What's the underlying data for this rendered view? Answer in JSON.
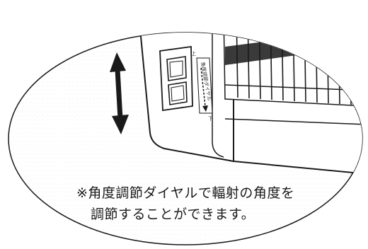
{
  "caption": {
    "line1": "※角度調節ダイヤルで輻射の角度を",
    "line2": "調節することができます。"
  },
  "dial": {
    "top_mark": "上",
    "bottom_mark": "下",
    "label_text": "角度調節ダイヤル"
  },
  "colors": {
    "line": "#1a1a1a",
    "heater_body": "#ffffff",
    "grille_shadow": "#9a9a9a",
    "speckle": "#8a8a8a"
  },
  "icons": {
    "arrow": "double-vertical-arrow-icon"
  }
}
